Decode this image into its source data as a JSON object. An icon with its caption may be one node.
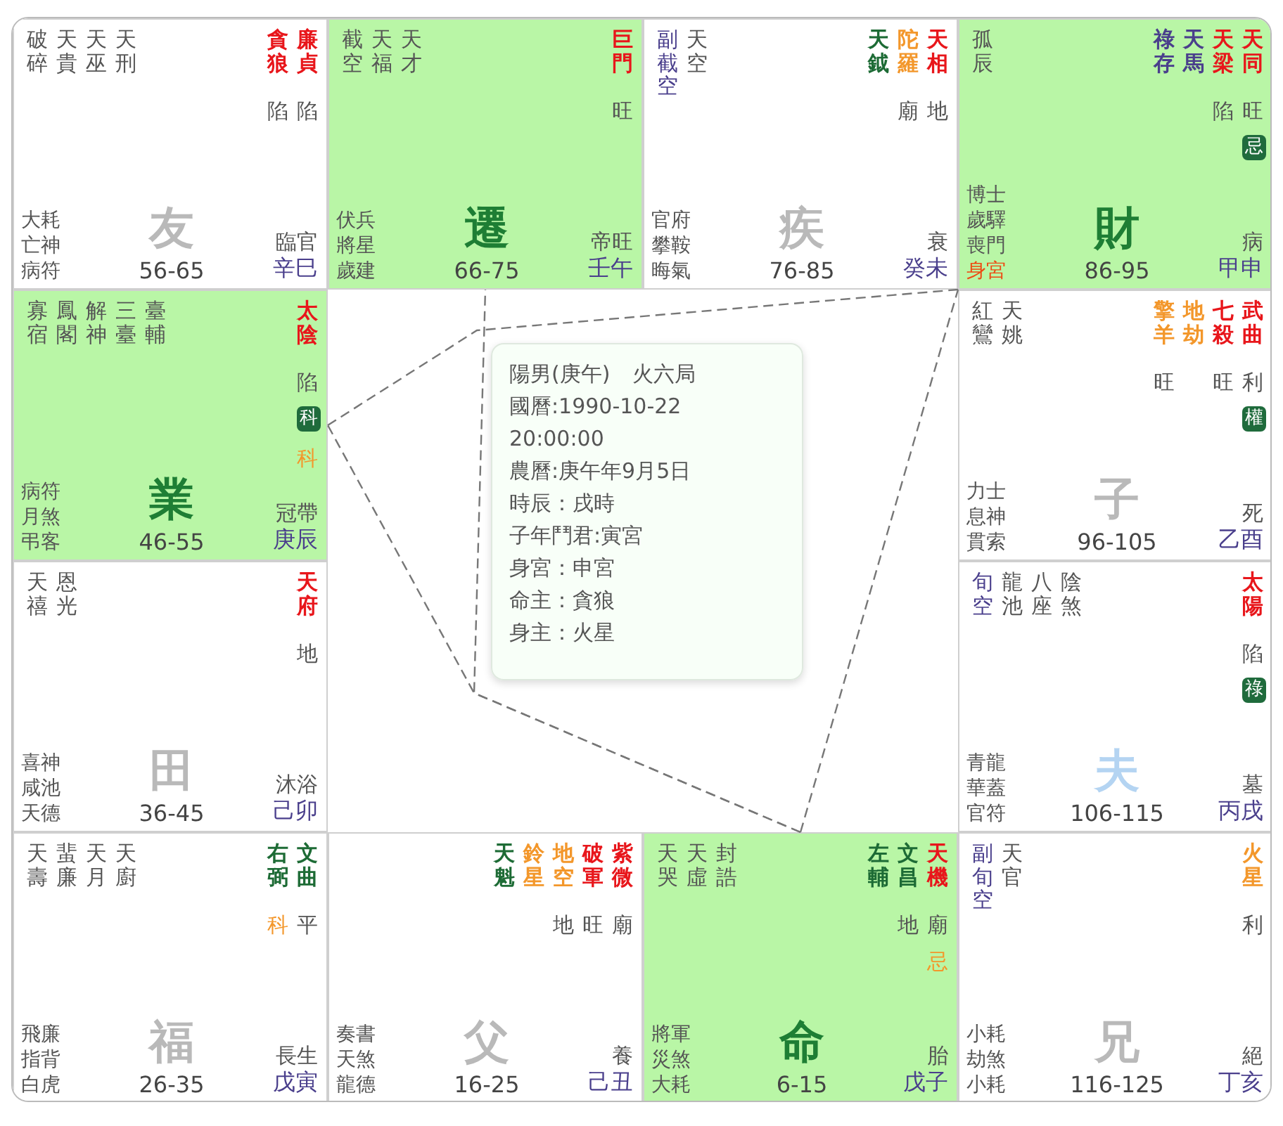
{
  "diagram": {
    "nodes": [
      {
        "text": [
          "破碎",
          "天貴",
          "天巫",
          "天刑",
          "貪狼",
          "廉貞",
          "陷",
          "陷",
          "大耗",
          "亡神",
          "病符",
          "友",
          "56-65",
          "臨官",
          "辛巳"
        ]
      },
      {
        "text": [
          "截空",
          "天福",
          "天才",
          "巨門",
          "旺",
          "伏兵",
          "將星",
          "歲建",
          "遷",
          "66-75",
          "帝旺",
          "壬午"
        ]
      },
      {
        "text": [
          "副截空",
          "天空",
          "天鉞",
          "陀羅",
          "天相",
          "廟",
          "地",
          "官府",
          "攀鞍",
          "晦氣",
          "疾",
          "76-85",
          "衰",
          "癸未"
        ]
      },
      {
        "text": [
          "孤辰",
          "祿存",
          "天馬",
          "天梁",
          "天同",
          "陷",
          "旺",
          "忌",
          "博士",
          "歲驛",
          "喪門",
          "身宮",
          "財",
          "86-95",
          "病",
          "甲申"
        ]
      },
      {
        "text": [
          "寡宿",
          "鳳閣",
          "解神",
          "三臺",
          "臺輔",
          "太陰",
          "陷",
          "科",
          "科",
          "病符",
          "月煞",
          "弔客",
          "業",
          "46-55",
          "冠帶",
          "庚辰"
        ]
      },
      {
        "text": [
          "陽男(庚午)",
          "火六局",
          "國曆:1990-10-22 20:00:00",
          "農曆:庚午年9月5日",
          "時辰：戌時",
          "子年鬥君:寅宮",
          "身宮：申宮",
          "命主：貪狼",
          "身主：火星"
        ]
      },
      {
        "text": [
          "紅鸞",
          "天姚",
          "擎羊",
          "地劫",
          "七殺",
          "武曲",
          "旺",
          "旺",
          "利",
          "權",
          "力士",
          "息神",
          "貫索",
          "子",
          "96-105",
          "死",
          "乙酉"
        ]
      },
      {
        "text": [
          "天禧",
          "恩光",
          "天府",
          "地",
          "喜神",
          "咸池",
          "天德",
          "田",
          "36-45",
          "沐浴",
          "己卯"
        ]
      },
      {
        "text": [
          "旬空",
          "龍池",
          "八座",
          "陰煞",
          "太陽",
          "陷",
          "祿",
          "青龍",
          "華蓋",
          "官符",
          "夫",
          "106-115",
          "墓",
          "丙戌"
        ]
      },
      {
        "text": [
          "天壽",
          "蜚廉",
          "天月",
          "天廚",
          "右弼",
          "文曲",
          "科",
          "平",
          "飛廉",
          "指背",
          "白虎",
          "福",
          "26-35",
          "長生",
          "戊寅"
        ]
      },
      {
        "text": [
          "天魁",
          "鈴星",
          "地空",
          "破軍",
          "紫微",
          "地",
          "旺",
          "廟",
          "奏書",
          "天煞",
          "龍德",
          "父",
          "16-25",
          "養",
          "己丑"
        ]
      },
      {
        "text": [
          "天哭",
          "天虛",
          "封誥",
          "左輔",
          "文昌",
          "天機",
          "地",
          "廟",
          "忌",
          "將軍",
          "災煞",
          "大耗",
          "命",
          "6-15",
          "胎",
          "戊子"
        ]
      },
      {
        "text": [
          "副旬空",
          "天官",
          "火星",
          "利",
          "小耗",
          "劫煞",
          "小耗",
          "兄",
          "116-125",
          "絕",
          "丁亥"
        ]
      }
    ],
    "edges": [
      {
        "from": 11,
        "to": 1,
        "arrow": "none",
        "style": "dashed"
      },
      {
        "from": 11,
        "to": 3,
        "arrow": "none",
        "style": "dashed"
      },
      {
        "from": 11,
        "to": 4,
        "arrow": "none",
        "style": "dashed"
      },
      {
        "from": 4,
        "to": 3,
        "arrow": "none",
        "style": "dashed"
      }
    ]
  }
}
